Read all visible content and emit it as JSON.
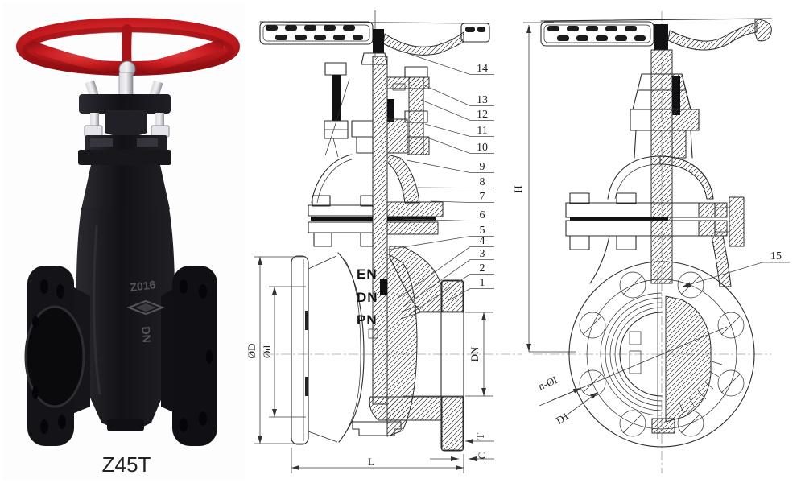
{
  "page": {
    "background": "#ffffff"
  },
  "photo": {
    "caption": "Z45T",
    "markings": {
      "model": "Z016",
      "size": "DN"
    },
    "colors": {
      "wheel_red": "#c41a1f",
      "body_black": "#1a1a1e"
    }
  },
  "middle_view": {
    "body_text": {
      "line1": "EN",
      "line2": "DN",
      "line3": "PN"
    },
    "callouts": [
      "14",
      "13",
      "12",
      "11",
      "10",
      "9",
      "8",
      "7",
      "6",
      "5",
      "4",
      "3",
      "2",
      "1"
    ],
    "dimensions": {
      "outer_dia": "ØD",
      "raised_face_dia": "Ød",
      "bore": "DN",
      "face_to_face": "L",
      "flange_thickness": "T",
      "raised_face": "C"
    }
  },
  "side_view": {
    "callouts": [
      "15"
    ],
    "dimensions": {
      "height": "H",
      "bolt_holes": "n-Øl",
      "bolt_circle_dia": "D1"
    }
  }
}
